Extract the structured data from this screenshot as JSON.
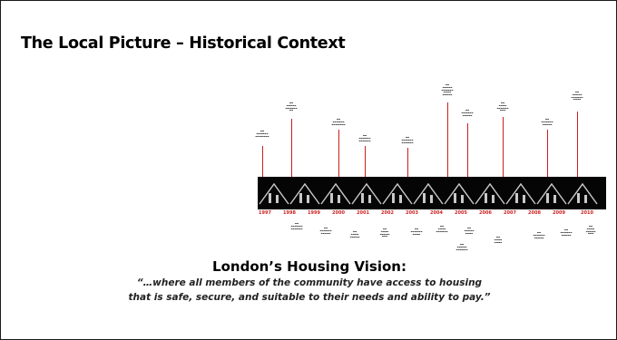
{
  "slide": {
    "title": "The Local Picture – Historical Context",
    "vision_title": "London’s Housing Vision:",
    "vision_quote_line1": "“…where all members of the community have access to housing",
    "vision_quote_line2": "that is safe, secure, and suitable to their needs and ability to pay.”"
  },
  "timeline": {
    "years": [
      "1997",
      "1998",
      "1999",
      "2000",
      "2001",
      "2002",
      "2003",
      "2004",
      "2005",
      "2006",
      "2007",
      "2008",
      "2009",
      "2010"
    ]
  },
  "colors": {
    "band": "#050505",
    "year_text": "#cc1f1f",
    "house_outline": "#c9c9c9"
  }
}
